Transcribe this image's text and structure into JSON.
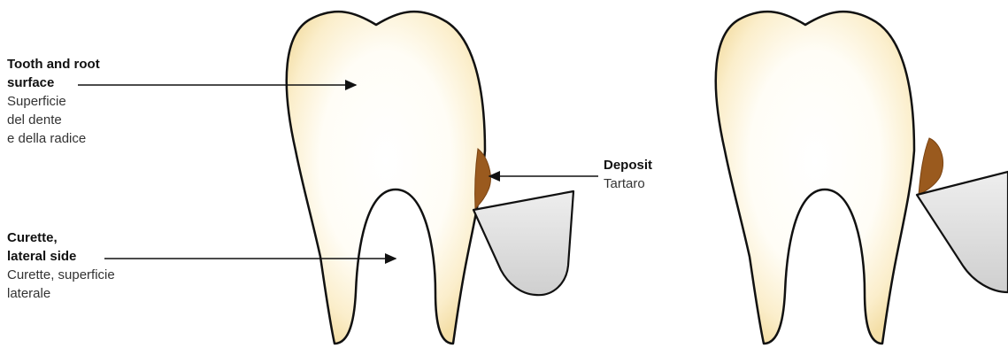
{
  "labels": {
    "tooth": {
      "en_line1": "Tooth and root",
      "en_line2": "surface",
      "it_line1": "Superficie",
      "it_line2": "del dente",
      "it_line3": "e della radice"
    },
    "curette": {
      "en_line1": "Curette,",
      "en_line2": "lateral side",
      "it_line1": "Curette, superficie",
      "it_line2": "laterale"
    },
    "deposit": {
      "en": "Deposit",
      "it": "Tartaro"
    }
  },
  "colors": {
    "tooth_fill": "#fdf6e3",
    "tooth_glow": "#f6e3b4",
    "outline": "#111111",
    "deposit": "#9a5a1e",
    "curette_fill": "#d9d9d9"
  }
}
